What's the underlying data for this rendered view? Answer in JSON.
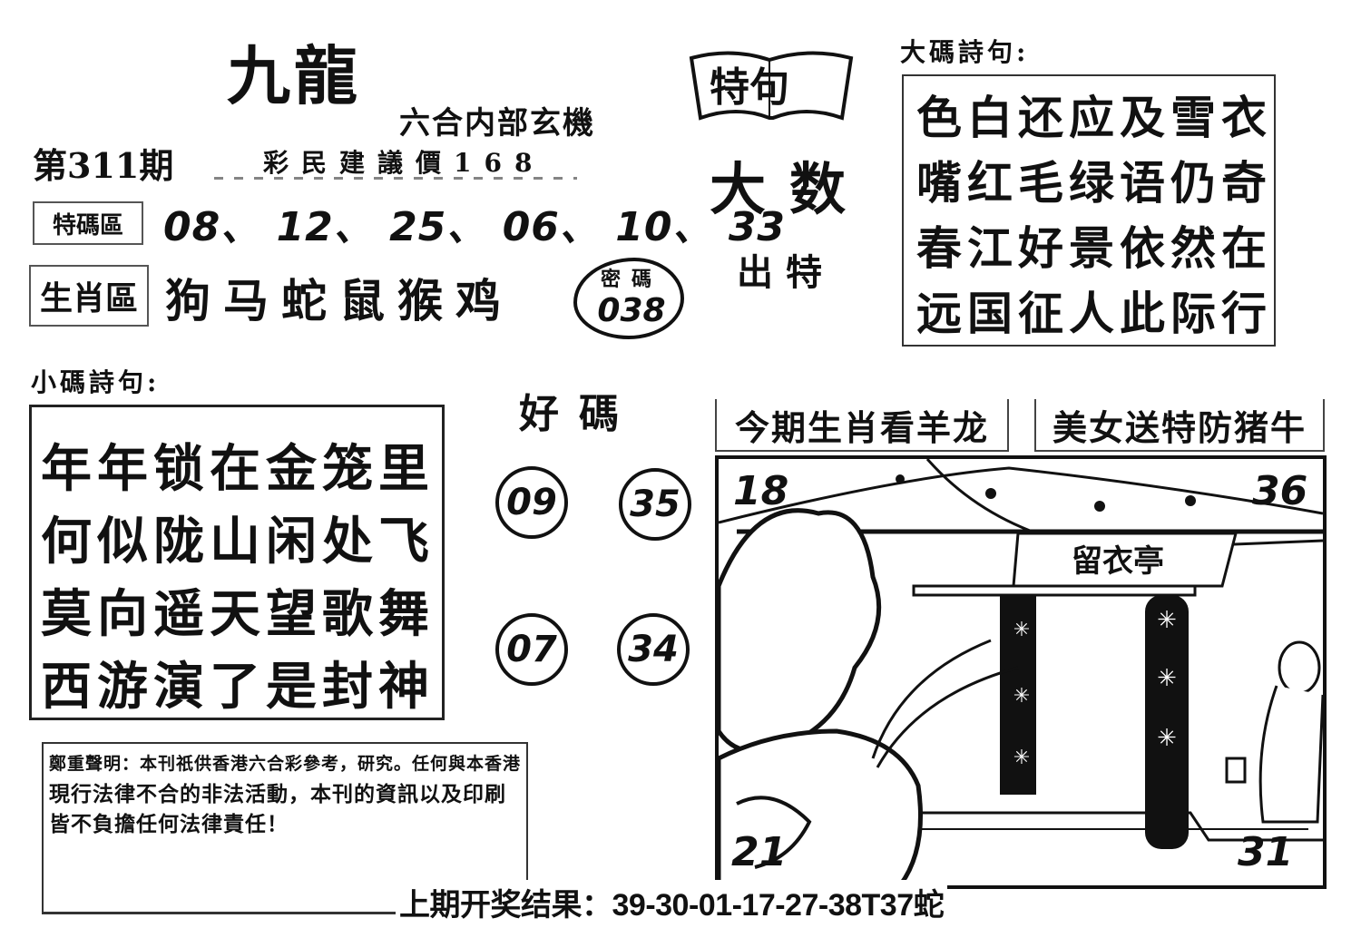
{
  "header": {
    "title": "九龍",
    "subtitle": "六合内部玄機",
    "issue": "第311期",
    "price": "彩民建議價168"
  },
  "special_code_zone": {
    "label": "特碼區",
    "numbers": [
      "08",
      "12",
      "25",
      "06",
      "10",
      "33"
    ],
    "separator": "、"
  },
  "zodiac_zone": {
    "label": "生肖區",
    "animals": [
      "狗",
      "马",
      "蛇",
      "鼠",
      "猴",
      "鸡"
    ]
  },
  "secret_code": {
    "label": "密碼",
    "value": "038"
  },
  "special_phrase": {
    "book_label": "特句",
    "big_text": "大数",
    "note": "出特"
  },
  "big_code_poem": {
    "title": "大碼詩句:",
    "lines": [
      "色白还应及雪衣",
      "嘴红毛绿语仍奇",
      "春江好景依然在",
      "远国征人此际行"
    ]
  },
  "small_code_poem": {
    "title": "小碼詩句:",
    "lines": [
      "年年锁在金笼里",
      "何似陇山闲处飞",
      "莫向遥天望歌舞",
      "西游演了是封神"
    ]
  },
  "good_numbers": {
    "title": "好碼",
    "balls": [
      "09",
      "35",
      "07",
      "34"
    ]
  },
  "zodiac_tips": {
    "tip1": "今期生肖看羊龙",
    "tip2": "美女送特防猪牛"
  },
  "illustration": {
    "sign_text": "留衣亭",
    "corner_numbers": {
      "top_left": "18",
      "top_right": "36",
      "bottom_left": "21",
      "bottom_right": "31"
    }
  },
  "disclaimer": {
    "lines": [
      "鄭重聲明：本刊祇供香港六合彩參考，研究。任何與本香港",
      "現行法律不合的非法活動，本刊的資訊以及印刷",
      "皆不負擔任何法律責任！"
    ]
  },
  "last_result": {
    "text": "上期开奖结果：39-30-01-17-27-38T37蛇"
  }
}
